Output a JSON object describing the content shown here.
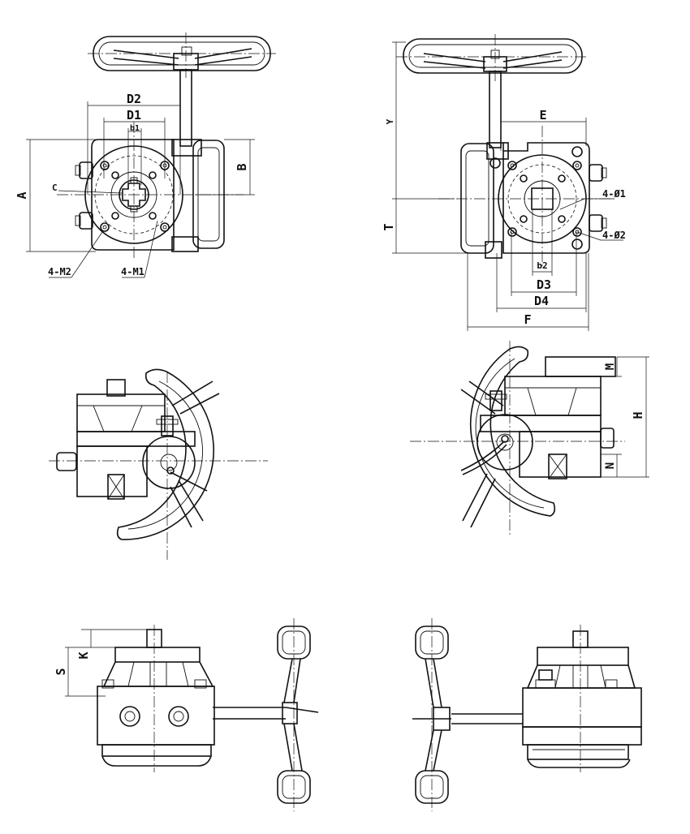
{
  "labels": {
    "D2": "D2",
    "D1": "D1",
    "b1": "b1",
    "C": "C",
    "A": "A",
    "B": "B",
    "M2": "4-M2",
    "M1": "4-M1",
    "Y": "Y",
    "T": "T",
    "E": "E",
    "O1": "4-Ø1",
    "O2": "4-Ø2",
    "b2": "b2",
    "D3": "D3",
    "D4": "D4",
    "F": "F",
    "M": "M",
    "H": "H",
    "N": "N",
    "S": "S",
    "K": "K"
  }
}
